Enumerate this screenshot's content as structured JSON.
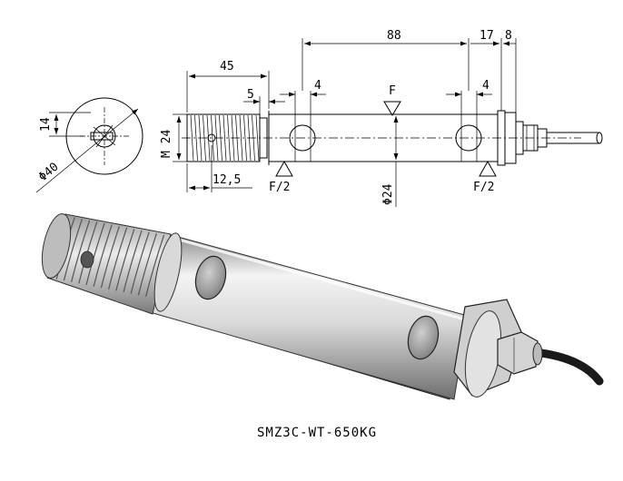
{
  "dimensions": {
    "d45": "45",
    "d5": "5",
    "d4_left": "4",
    "d88": "88",
    "d17": "17",
    "d8": "8",
    "d4_right": "4",
    "d14": "14",
    "phi40": "Φ40",
    "m24": "M 24",
    "d12_5": "12,5",
    "phi24": "Φ24"
  },
  "loads": {
    "center": "F",
    "left": "F/2",
    "right": "F/2"
  },
  "caption": "SMZ3C-WT-650KG"
}
